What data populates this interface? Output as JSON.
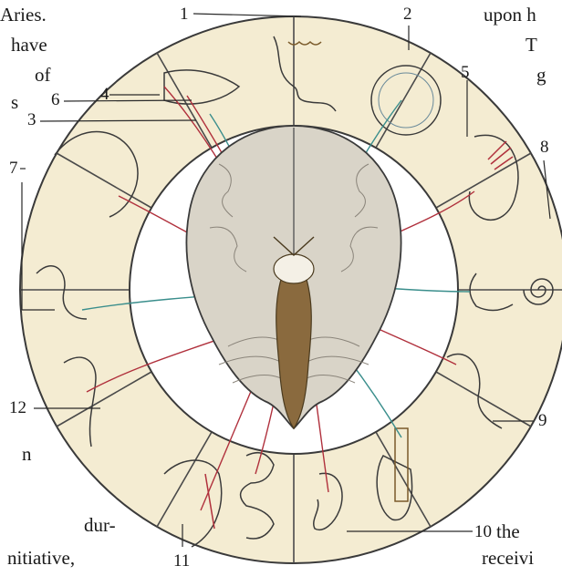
{
  "text_fragments": {
    "left": [
      "Aries.",
      "have",
      "of",
      "s",
      "n",
      "dur-",
      "nitiative,"
    ],
    "right": [
      "upon h",
      "T",
      "g",
      "the",
      "receivi"
    ]
  },
  "callouts": [
    "1",
    "2",
    "3",
    "4",
    "5",
    "6",
    "7",
    "8",
    "9",
    "10",
    "11",
    "12"
  ],
  "colors": {
    "wheel_fill": "#f4ecd2",
    "spoke": "#4a4a4a",
    "brain_fill": "#d9d4c8",
    "stem_fill": "#8a6a3e",
    "nerve_red": "#b0303c",
    "nerve_teal": "#3a8e8c"
  },
  "icons": [
    "brain-illustration",
    "nose-diagram",
    "eye-diagram",
    "head-muscles",
    "ear-cochlea",
    "throat-diagram",
    "digestive-tract",
    "lung-heart",
    "neck-muscles"
  ]
}
